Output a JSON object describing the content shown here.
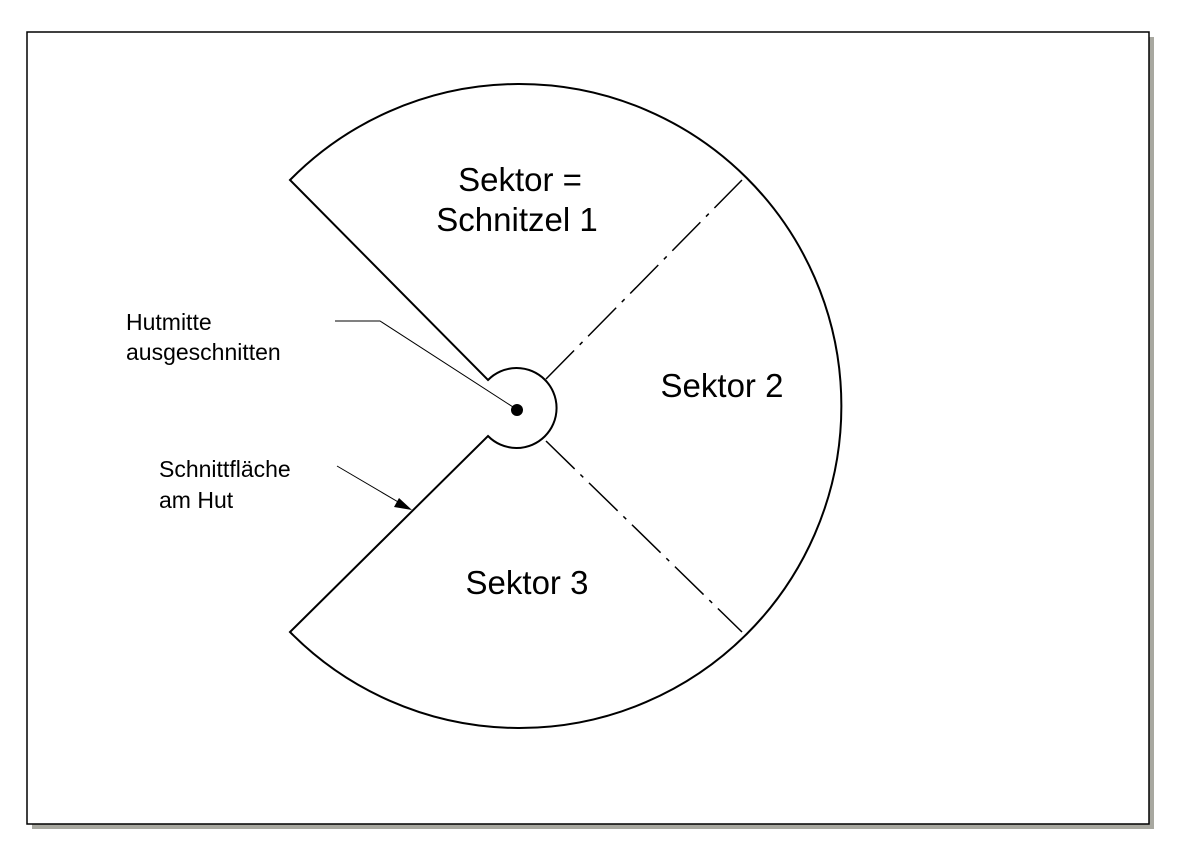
{
  "labels": {
    "sector1_line1": "Sektor =",
    "sector1_line2": "Schnitzel 1",
    "sector2": "Sektor 2",
    "sector3": "Sektor 3",
    "center_line1": "Hutmitte",
    "center_line2": "ausgeschnitten",
    "cut_line1": "Schnittfläche",
    "cut_line2": "am Hut"
  },
  "colors": {
    "line": "#000000",
    "shadow": "#a8a8a0",
    "background": "#ffffff"
  }
}
